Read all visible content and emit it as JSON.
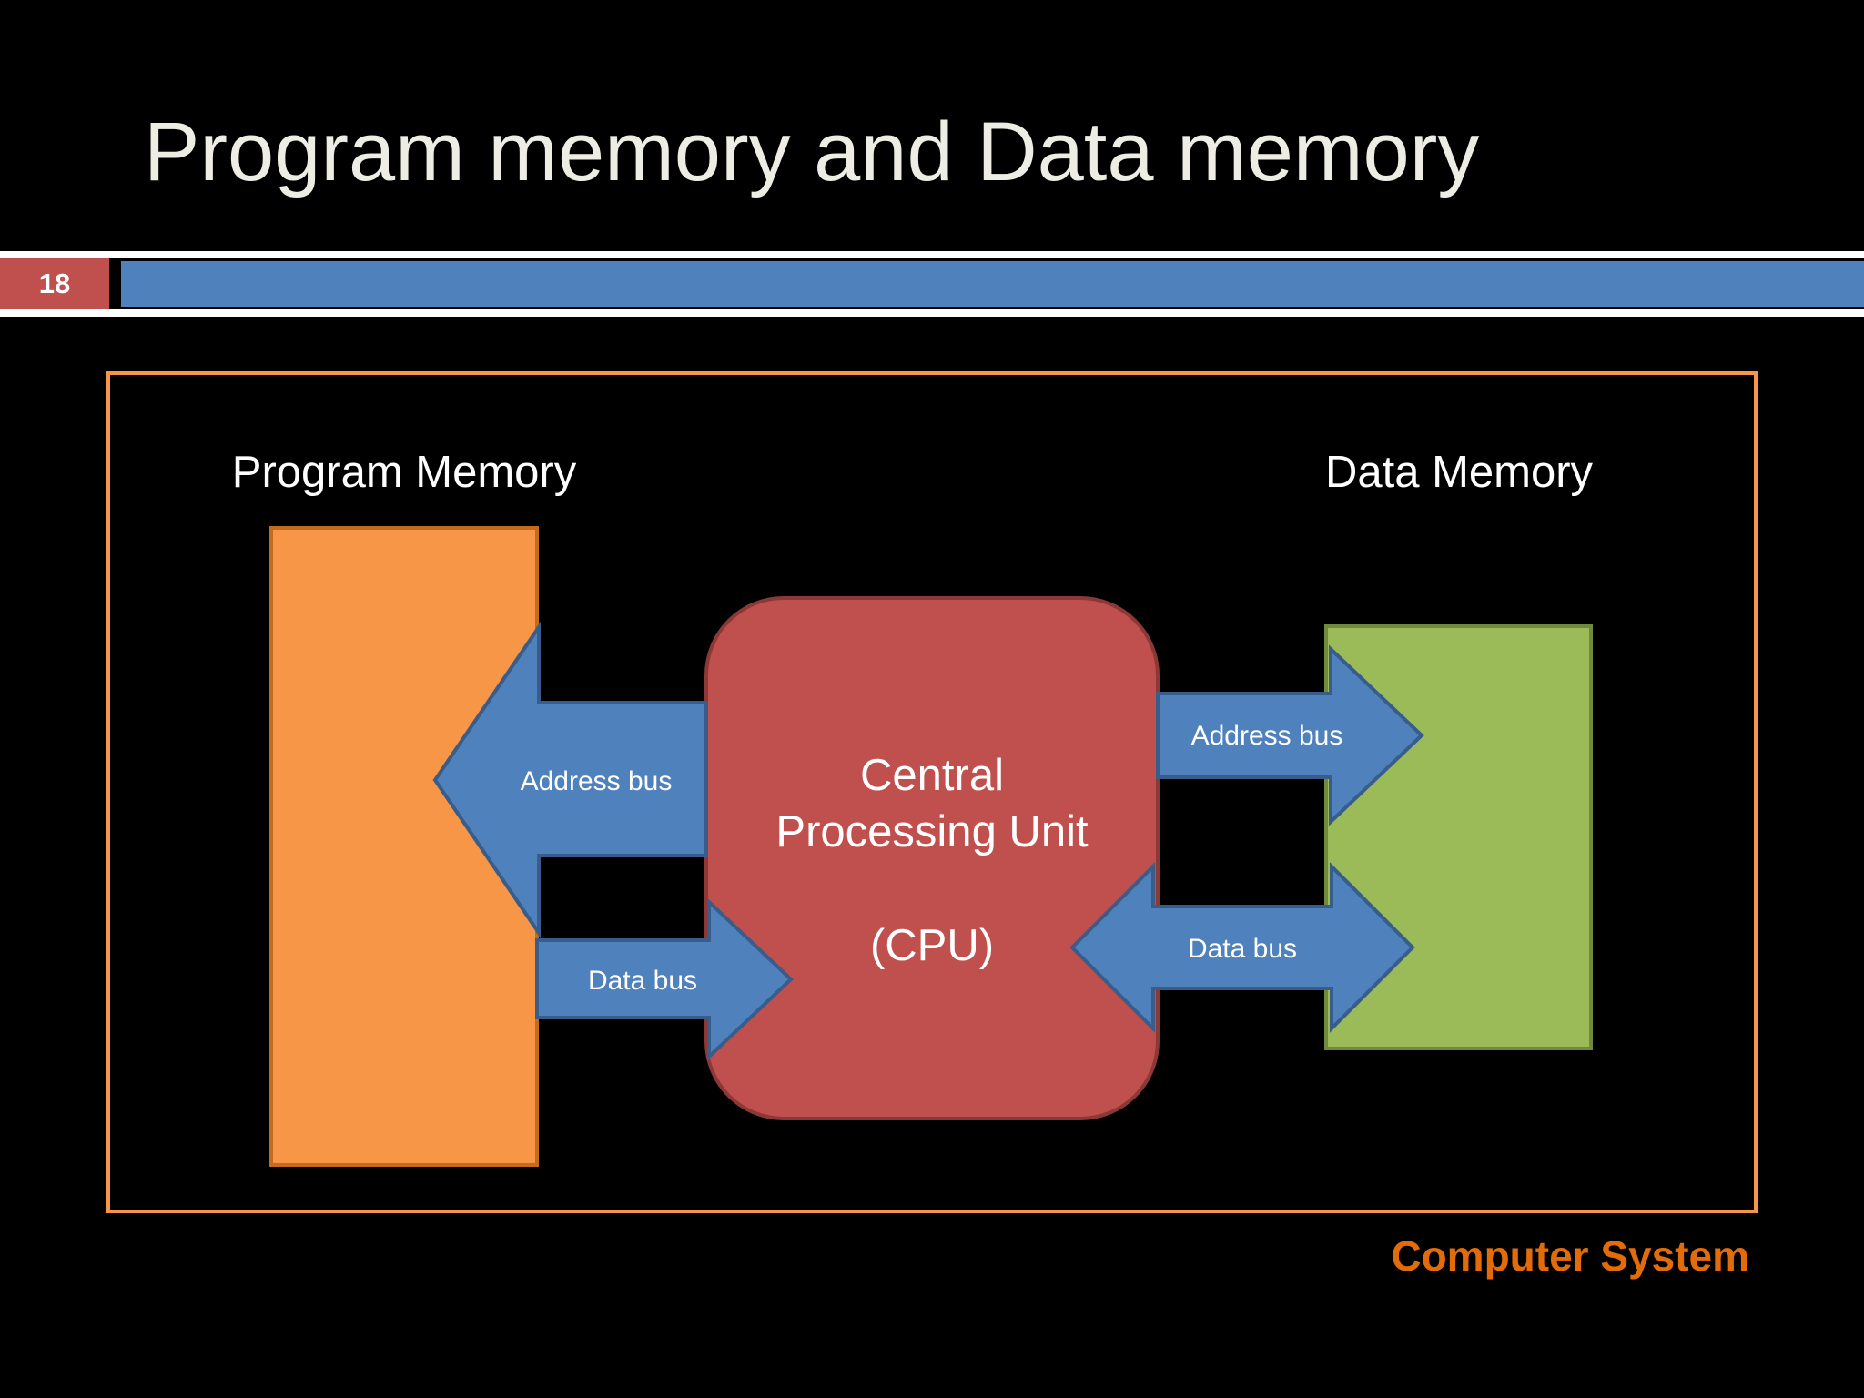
{
  "slide": {
    "title": "Program memory and Data memory",
    "page_number": "18"
  },
  "diagram": {
    "system_label": "Computer System",
    "program_memory_label": "Program Memory",
    "data_memory_label": "Data Memory",
    "cpu": {
      "line1": "Central",
      "line2": "Processing Unit",
      "line3": "(CPU)"
    },
    "buses": {
      "left_address": "Address bus",
      "left_data": "Data bus",
      "right_address": "Address bus",
      "right_data": "Data bus"
    }
  },
  "colors": {
    "background": "#000000",
    "title_text": "#EDEDE4",
    "header_bar": "#4F81BD",
    "page_badge": "#C0504D",
    "system_border": "#F79646",
    "system_label": "#E36C0A",
    "program_memory": "#F79646",
    "data_memory": "#9BBB59",
    "cpu": "#C0504D",
    "bus_arrow": "#4F81BD"
  }
}
